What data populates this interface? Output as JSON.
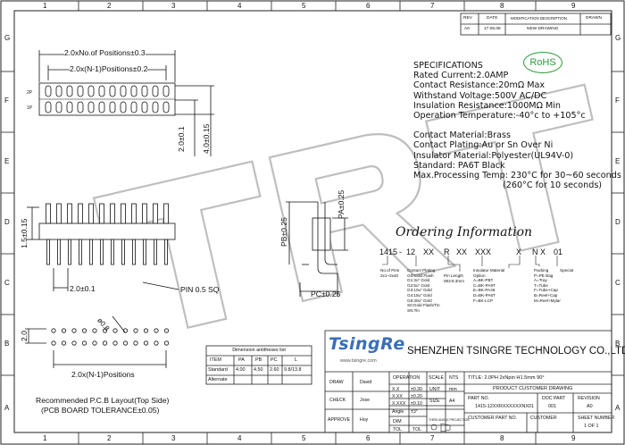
{
  "frame": {
    "columns": [
      "1",
      "2",
      "3",
      "4",
      "5",
      "6",
      "7",
      "8",
      "9"
    ],
    "rows": [
      "G",
      "F",
      "E",
      "D",
      "C",
      "B",
      "A"
    ]
  },
  "revision_block": {
    "headers": [
      "REV",
      "DATE",
      "MODIFICATION DESCRIPTION",
      "DRAWN"
    ],
    "row": [
      "A0",
      "17.05.08",
      "NEW DRAWING",
      ""
    ]
  },
  "rohs_badge": "RoHS",
  "watermark": "TRT",
  "specifications": {
    "title": "SPECIFICATIONS",
    "electrical": [
      "Rated Current:2.0AMP",
      "Contact Resistance:20mΩ Max",
      "Withstand Voltage:500V AC/DC",
      "Insulation Resistance:1000MΩ Min",
      "Operation Temperature:-40°c to +105°c"
    ],
    "material": [
      "Contact Material:Brass",
      "Contact Plating:Au or Sn Over Ni",
      "Insulator Material:Polyester(UL94V-0)",
      "Standard:    PA6T Black",
      "Max.Processing Temp: 230°C for 30~60 seconds",
      "(260°C for 10 seconds)"
    ]
  },
  "ordering": {
    "title": "Ordering Information",
    "code": [
      "1415",
      "-",
      "12",
      "XX",
      "R",
      "XX",
      "XXX",
      "X",
      "N",
      "X",
      "01"
    ],
    "legend": {
      "positions": [
        "No.of Pins",
        "2x1~2x40"
      ],
      "plating": [
        "Contact Plating",
        "G0:Gold Flash",
        "G1:3u\" Gold",
        "G2:5u\" Gold",
        "G3:10u\" Gold",
        "G4:15u\" Gold",
        "G5:30u\" Gold",
        "S0:Gold Flash/Tin",
        "SN:Tin"
      ],
      "pin_length": [
        "Pin Length",
        "083:8.3mm"
      ],
      "insulator": [
        "Insulator Material",
        "Option",
        "A=BK-PBT",
        "C=BK-PA9T",
        "E=BK-PA46",
        "D=BK-PA6T",
        "F=BK-LCP"
      ],
      "packing": [
        "Packing",
        "P=PE Bag",
        "A=Tray",
        "T=Tube",
        "F=Tube+Cap",
        "B=Reel+Cap",
        "M=Reel+Mylar"
      ],
      "special": [
        "Special"
      ]
    }
  },
  "drawing": {
    "top_dim_1": "2.0xNo.of Positions±0.3",
    "top_dim_2": "2.0x(N-1)Positions±0.2",
    "row_2p": "2P",
    "row_1p": "1P",
    "vert_dim_1": "2.0±0.1",
    "vert_dim_2": "4.0±0.15",
    "side_dim_1": "1.5±0.15",
    "pitch_dim": "2.0±0.1",
    "pin_label": "PIN 0.5 SQ",
    "pa_label": "PA±0.25",
    "pb_label": "PB±0.25",
    "pc_label": "PC±0.25",
    "pcb_dim_v": "2.0",
    "pcb_dim_h": "2.0x(N-1)Positions",
    "hole_label": "ø0.8",
    "pcb_caption_1": "Recommended P.C.B Layout(Top Side)",
    "pcb_caption_2": "(PCB BOARD TOLERANCE±0.05)"
  },
  "dimension_table": {
    "title": "Dimension antitheses list",
    "headers": [
      "ITEM",
      "PA",
      "PB",
      "PC",
      "L"
    ],
    "rows": [
      [
        "Standard",
        "4.00",
        "4.50",
        "2.60",
        "9.8/13.8"
      ],
      [
        "Alternate",
        "",
        "",
        "",
        ""
      ]
    ]
  },
  "title_block": {
    "logo": "TsingRe",
    "website": "www.tsingre.com",
    "company": "SHENZHEN TSINGRE TECHNOLOGY CO.,LTD",
    "draw_label": "DRAW",
    "draw_name": "David",
    "check_label": "CHECK",
    "check_name": "Jose",
    "approve_label": "APPROVE",
    "approve_name": "Huy",
    "operation": "OPERATION",
    "scale": "SCALE",
    "nts": "NTS",
    "tol_rows": [
      [
        "X.X",
        "±0.30"
      ],
      [
        "X.XX",
        "±0.20"
      ],
      [
        "X.XXX",
        "±0.10"
      ],
      [
        "Angle",
        "±3°"
      ]
    ],
    "unit_label": "UNIT",
    "unit_value": "mm",
    "size_label": "SIZE",
    "size_value": "A4",
    "dim_label": "DIM",
    "tol_label": "TOL",
    "projection": "THIRD ANGLE PROJECTION",
    "title_text": "TITLE: 2.0PH 2xNpin H1.5mm 90°",
    "product_drawing": "PRODUCT CUSTOMER DRAWING",
    "part_no_label": "PART NO.",
    "part_no": "1415-12XXRXXXXXXNX01",
    "doc_part_label": "DOC PART",
    "doc_part": "001",
    "revision_label": "REVISION",
    "revision": "A0",
    "customer_part_label": "CUSTOMER PART NO.",
    "customer_label": "CUSTOMER",
    "sheet_label": "SHEET NUMBER",
    "sheet": "1 OF 1"
  }
}
